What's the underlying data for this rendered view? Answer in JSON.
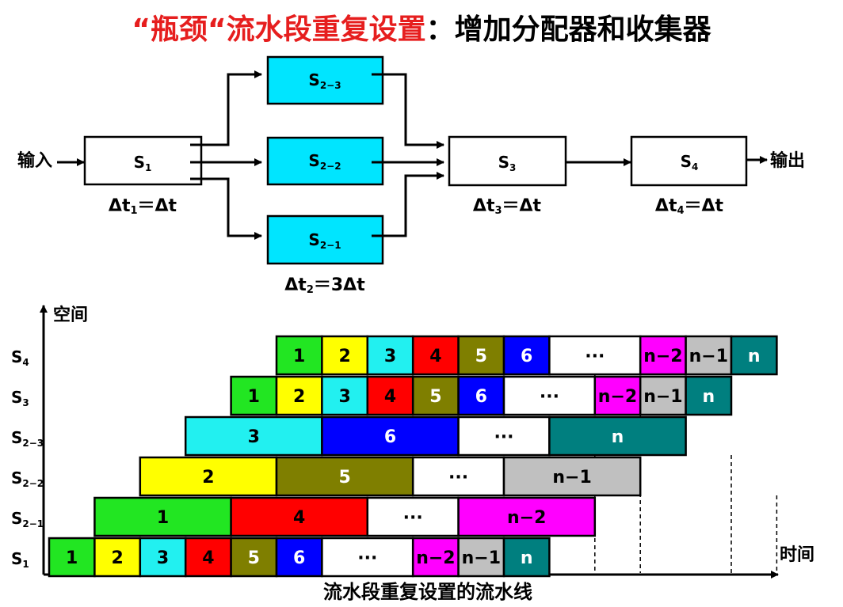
{
  "title": {
    "red_part": "“瓶颈“流水段重复设置",
    "black_part": "：增加分配器和收集器"
  },
  "colors": {
    "title_red": "#e61e1e",
    "stage_cyan": "#00e5ff",
    "c1": "#22e622",
    "c2": "#ffff00",
    "c3": "#22f0f0",
    "c4": "#ff0000",
    "c5": "#7f7f00",
    "c6": "#0000ff",
    "cdots": "#ffffff",
    "cn2": "#ff00ff",
    "cn1": "#c0c0c0",
    "cn": "#007f7f"
  },
  "diagram": {
    "input_label": "输入",
    "output_label": "输出",
    "stages": {
      "s1": {
        "main": "S",
        "sub": "1"
      },
      "s23": {
        "main": "S",
        "sub": "2−3"
      },
      "s22": {
        "main": "S",
        "sub": "2−2"
      },
      "s21": {
        "main": "S",
        "sub": "2−1"
      },
      "s3": {
        "main": "S",
        "sub": "3"
      },
      "s4": {
        "main": "S",
        "sub": "4"
      }
    },
    "times": {
      "t1": {
        "pre": "Δt",
        "sub": "1",
        "post": "＝Δt"
      },
      "t2": {
        "pre": "Δt",
        "sub": "2",
        "post": "＝3Δt"
      },
      "t3": {
        "pre": "Δt",
        "sub": "3",
        "post": "＝Δt"
      },
      "t4": {
        "pre": "Δt",
        "sub": "4",
        "post": "＝Δt"
      }
    }
  },
  "timing": {
    "y_axis_label": "空间",
    "x_axis_label": "时间",
    "caption": "流水段重复设置的流水线",
    "rows": [
      {
        "label": "S",
        "sub": "4",
        "start": 5,
        "cells": [
          {
            "text": "1",
            "c": "c1",
            "w": 1
          },
          {
            "text": "2",
            "c": "c2",
            "w": 1
          },
          {
            "text": "3",
            "c": "c3",
            "w": 1
          },
          {
            "text": "4",
            "c": "c4",
            "w": 1
          },
          {
            "text": "5",
            "c": "c5",
            "w": 1
          },
          {
            "text": "6",
            "c": "c6",
            "w": 1
          },
          {
            "text": "···",
            "c": "cdots",
            "w": 2
          },
          {
            "text": "n−2",
            "c": "cn2",
            "w": 1
          },
          {
            "text": "n−1",
            "c": "cn1",
            "w": 1
          },
          {
            "text": "n",
            "c": "cn",
            "w": 1
          }
        ]
      },
      {
        "label": "S",
        "sub": "3",
        "start": 4,
        "cells": [
          {
            "text": "1",
            "c": "c1",
            "w": 1
          },
          {
            "text": "2",
            "c": "c2",
            "w": 1
          },
          {
            "text": "3",
            "c": "c3",
            "w": 1
          },
          {
            "text": "4",
            "c": "c4",
            "w": 1
          },
          {
            "text": "5",
            "c": "c5",
            "w": 1
          },
          {
            "text": "6",
            "c": "c6",
            "w": 1
          },
          {
            "text": "···",
            "c": "cdots",
            "w": 2
          },
          {
            "text": "n−2",
            "c": "cn2",
            "w": 1
          },
          {
            "text": "n−1",
            "c": "cn1",
            "w": 1
          },
          {
            "text": "n",
            "c": "cn",
            "w": 1
          }
        ]
      },
      {
        "label": "S",
        "sub": "2−3",
        "start": 3,
        "cells": [
          {
            "text": "3",
            "c": "c3",
            "w": 3
          },
          {
            "text": "6",
            "c": "c6",
            "w": 3
          },
          {
            "text": "···",
            "c": "cdots",
            "w": 2
          },
          {
            "text": "n",
            "c": "cn",
            "w": 3
          }
        ]
      },
      {
        "label": "S",
        "sub": "2−2",
        "start": 2,
        "cells": [
          {
            "text": "2",
            "c": "c2",
            "w": 3
          },
          {
            "text": "5",
            "c": "c5",
            "w": 3
          },
          {
            "text": "···",
            "c": "cdots",
            "w": 2
          },
          {
            "text": "n−1",
            "c": "cn1",
            "w": 3
          }
        ]
      },
      {
        "label": "S",
        "sub": "2−1",
        "start": 1,
        "cells": [
          {
            "text": "1",
            "c": "c1",
            "w": 3
          },
          {
            "text": "4",
            "c": "c4",
            "w": 3
          },
          {
            "text": "···",
            "c": "cdots",
            "w": 2
          },
          {
            "text": "n−2",
            "c": "cn2",
            "w": 3
          }
        ]
      },
      {
        "label": "S",
        "sub": "1",
        "start": 0,
        "cells": [
          {
            "text": "1",
            "c": "c1",
            "w": 1
          },
          {
            "text": "2",
            "c": "c2",
            "w": 1
          },
          {
            "text": "3",
            "c": "c3",
            "w": 1
          },
          {
            "text": "4",
            "c": "c4",
            "w": 1
          },
          {
            "text": "5",
            "c": "c5",
            "w": 1
          },
          {
            "text": "6",
            "c": "c6",
            "w": 1
          },
          {
            "text": "···",
            "c": "cdots",
            "w": 2
          },
          {
            "text": "n−2",
            "c": "cn2",
            "w": 1
          },
          {
            "text": "n−1",
            "c": "cn1",
            "w": 1
          },
          {
            "text": "n",
            "c": "cn",
            "w": 1
          }
        ]
      }
    ]
  }
}
